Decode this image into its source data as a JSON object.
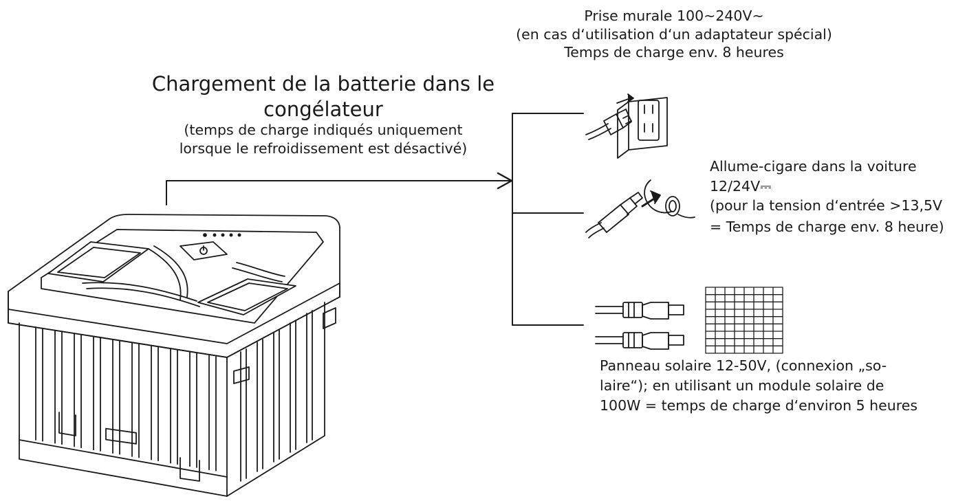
{
  "main": {
    "title_line1": "Chargement de la batterie dans le",
    "title_line2": "congélateur",
    "note_line1": "(temps de charge indiqués uniquement",
    "note_line2": "lorsque le refroidissement est désactivé)"
  },
  "wall_outlet": {
    "line1": "Prise murale 100~240V~",
    "line2": "(en cas d‘utilisation d‘un adaptateur spécial)",
    "line3": "Temps de charge env. 8 heures",
    "icon": "wall-plug-icon"
  },
  "car_lighter": {
    "line1": "Allume-cigare dans la voiture",
    "line2": "12/24V⎓",
    "line3": "(pour la tension d‘entrée >13,5V",
    "line4": "= Temps de charge env. 8 heure)",
    "icon": "car-lighter-plug-icon"
  },
  "solar": {
    "line1": "Panneau solaire 12-50V, (connexion „so-",
    "line2": "laire“); en utilisant un module solaire de",
    "line3": "100W = temps de charge d‘environ 5 heures",
    "icon": "solar-panel-icon"
  },
  "colors": {
    "stroke": "#1a1a1a",
    "background": "#ffffff"
  }
}
